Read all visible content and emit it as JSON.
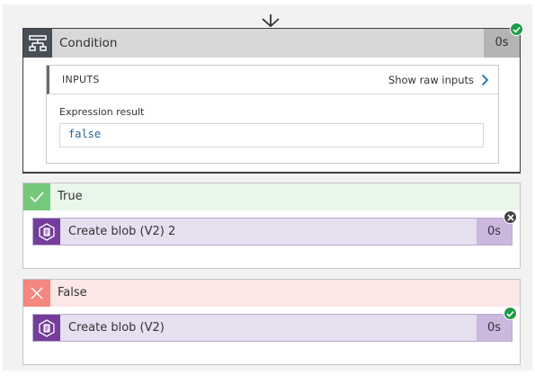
{
  "condition": {
    "title": "Condition",
    "duration": "0s",
    "status": "succeeded",
    "inputs": {
      "heading": "INPUTS",
      "raw_link": "Show raw inputs",
      "expression_label": "Expression result",
      "expression_value": "false"
    }
  },
  "true_branch": {
    "title": "True",
    "action": {
      "title": "Create blob (V2) 2",
      "duration": "0s",
      "status": "skipped"
    }
  },
  "false_branch": {
    "title": "False",
    "action": {
      "title": "Create blob (V2)",
      "duration": "0s",
      "status": "succeeded"
    }
  },
  "colors": {
    "success": "#1f9c4a",
    "true_accent": "#75c97a",
    "false_accent": "#f4877f",
    "action_accent": "#743d9b",
    "link_chevron": "#2f7dc1"
  },
  "icons": {
    "flow_arrow": "arrow-down-icon",
    "condition": "condition-icon",
    "true": "checkmark-icon",
    "false": "x-icon",
    "action": "blob-storage-icon",
    "succeeded": "check-circle-icon",
    "skipped": "close-circle-icon",
    "raw_inputs": "chevron-right-icon"
  }
}
